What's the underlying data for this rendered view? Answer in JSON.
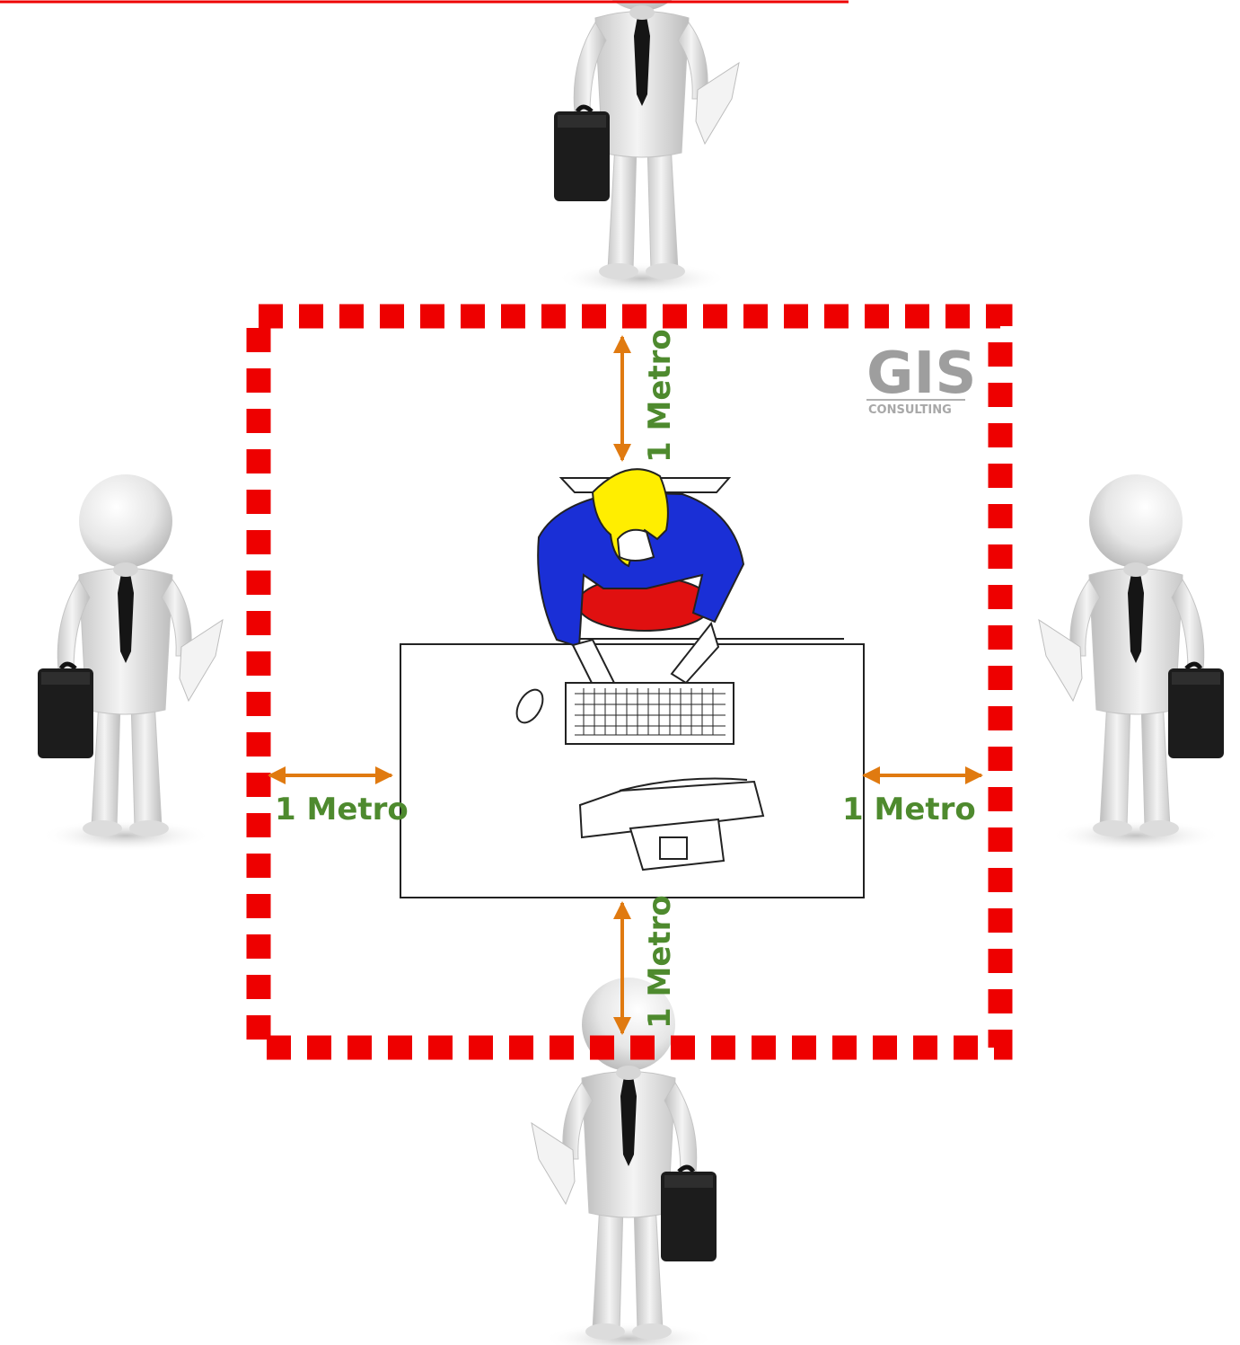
{
  "distance_labels": {
    "top": "1 Metro",
    "left": "1 Metro",
    "right": "1 Metro",
    "bottom": "1 Metro"
  },
  "logo": {
    "main": "GIS",
    "sub": "CONSULTING"
  },
  "colors": {
    "boundary": "#ee0000",
    "arrow": "#e07a10",
    "label": "#4e8a2e",
    "worker_shirt": "#1a2fd6",
    "worker_hair": "#ffee00",
    "worker_chair": "#e01010"
  }
}
